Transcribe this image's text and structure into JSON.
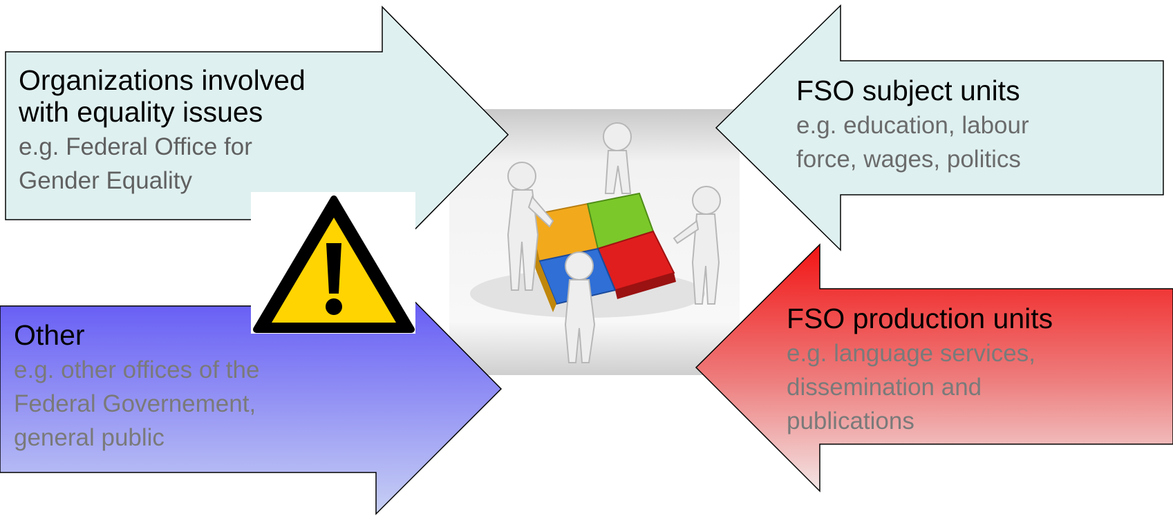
{
  "colors": {
    "light_arrow_fill": "#dff0f0",
    "other_arrow_top": "#5548f5",
    "other_arrow_bottom": "#c7d0f4",
    "production_arrow_top": "#f21414",
    "production_arrow_bottom": "#f3e2e2",
    "warning_yellow": "#ffd400",
    "stroke": "#000000"
  },
  "icons": {
    "warning": "warning-triangle-icon",
    "center": "teamwork-puzzle-icon"
  },
  "arrows": {
    "organizations": {
      "title_lines": [
        "Organizations involved",
        "with equality issues"
      ],
      "subtitle_lines": [
        "e.g. Federal Office for",
        "Gender Equality"
      ]
    },
    "subject_units": {
      "title_lines": [
        "FSO subject units"
      ],
      "subtitle_lines": [
        "e.g. education, labour",
        "force, wages, politics"
      ]
    },
    "other": {
      "title_lines": [
        "Other"
      ],
      "subtitle_lines": [
        "e.g. other offices of the",
        "Federal Governement,",
        "general public"
      ]
    },
    "production_units": {
      "title_lines": [
        "FSO production units"
      ],
      "subtitle_lines": [
        "e.g. language services,",
        "dissemination and",
        "publications"
      ]
    }
  }
}
